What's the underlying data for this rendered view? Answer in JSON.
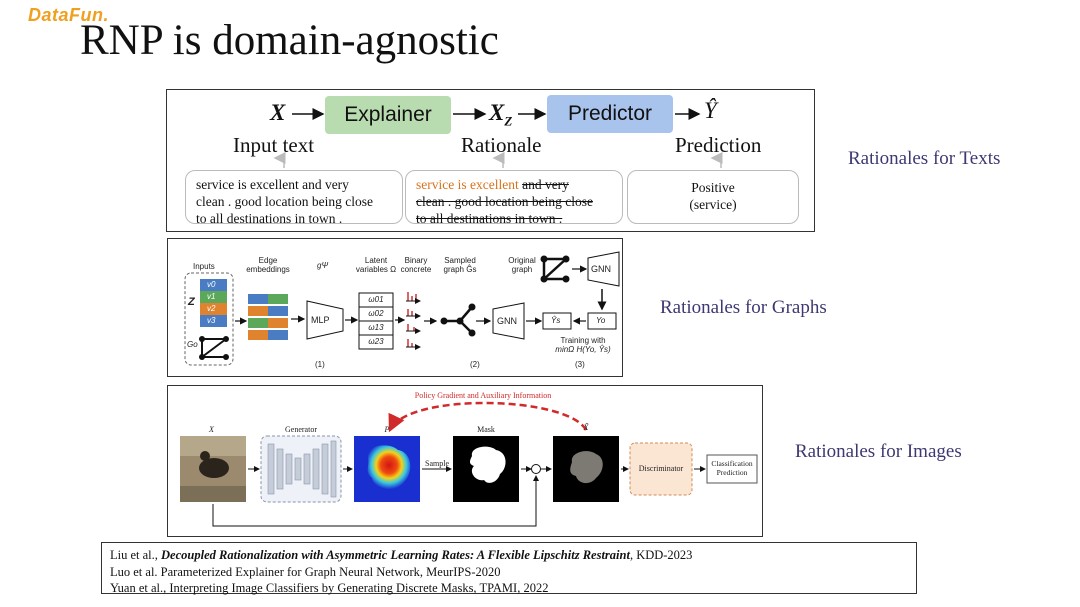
{
  "logo": "DataFun.",
  "title": "RNP is domain-agnostic",
  "text_panel": {
    "x_symbol": "X",
    "explainer": "Explainer",
    "xz_symbol": "X",
    "xz_sub": "Z",
    "predictor": "Predictor",
    "y_symbol": "Ŷ",
    "input_caption": "Input text",
    "rationale_caption": "Rationale",
    "prediction_caption": "Prediction",
    "input_lines": [
      "service is excellent and very",
      "clean . good location being close",
      "to all destinations in town ."
    ],
    "rationale_highlight": "service is excellent",
    "rationale_strike_1": "and very",
    "rationale_strike_2": "clean . good location being close",
    "rationale_strike_3": "to all destinations in town .",
    "prediction_lines": [
      "Positive",
      "(service)"
    ],
    "colors": {
      "explainer": "#b8dbb0",
      "predictor": "#a9c4ec",
      "highlight": "#d9731b"
    }
  },
  "graph_panel": {
    "inputs": "Inputs",
    "edge_embeddings": [
      "Edge",
      "embeddings"
    ],
    "g_psi": "gΨ",
    "latent": [
      "Latent",
      "variables Ω"
    ],
    "binary": [
      "Binary",
      "concrete"
    ],
    "sampled": [
      "Sampled",
      "graph Ĝs"
    ],
    "original": [
      "Original",
      "graph"
    ],
    "z": "Z",
    "go": "Go",
    "v_labels": [
      "v0",
      "v1",
      "v2",
      "v3"
    ],
    "mlp": "MLP",
    "omegas": [
      "ω01",
      "ω02",
      "ω13",
      "ω23"
    ],
    "gnn": "GNN",
    "ys": "Ŷs",
    "yo": "Yo",
    "training": [
      "Training with",
      "minΩ H(Yo, Ŷs)"
    ],
    "step1": "(1)",
    "step2": "(2)",
    "step3": "(3)"
  },
  "image_panel": {
    "x_label": "X",
    "generator": "Generator",
    "p_label": "P",
    "mask": "Mask",
    "x_tilde": "X̃",
    "policy": "Policy Gradient and Auxiliary Information",
    "sample": "Sample",
    "discriminator": "Discriminator",
    "classification": [
      "Classification",
      "Prediction"
    ],
    "times": "×"
  },
  "side_labels": {
    "texts": "Rationales for Texts",
    "graphs": "Rationales for Graphs",
    "images": "Rationales for Images"
  },
  "references": {
    "r1_pre": "Liu et al., ",
    "r1_em": "Decoupled Rationalization with Asymmetric Learning Rates: A Flexible Lipschitz Restraint",
    "r1_post": ", KDD-2023",
    "r2": "Luo et al. Parameterized Explainer for Graph Neural Network, MeurIPS-2020",
    "r3": "Yuan et al., Interpreting Image Classifiers by Generating Discrete Masks, TPAMI, 2022"
  }
}
